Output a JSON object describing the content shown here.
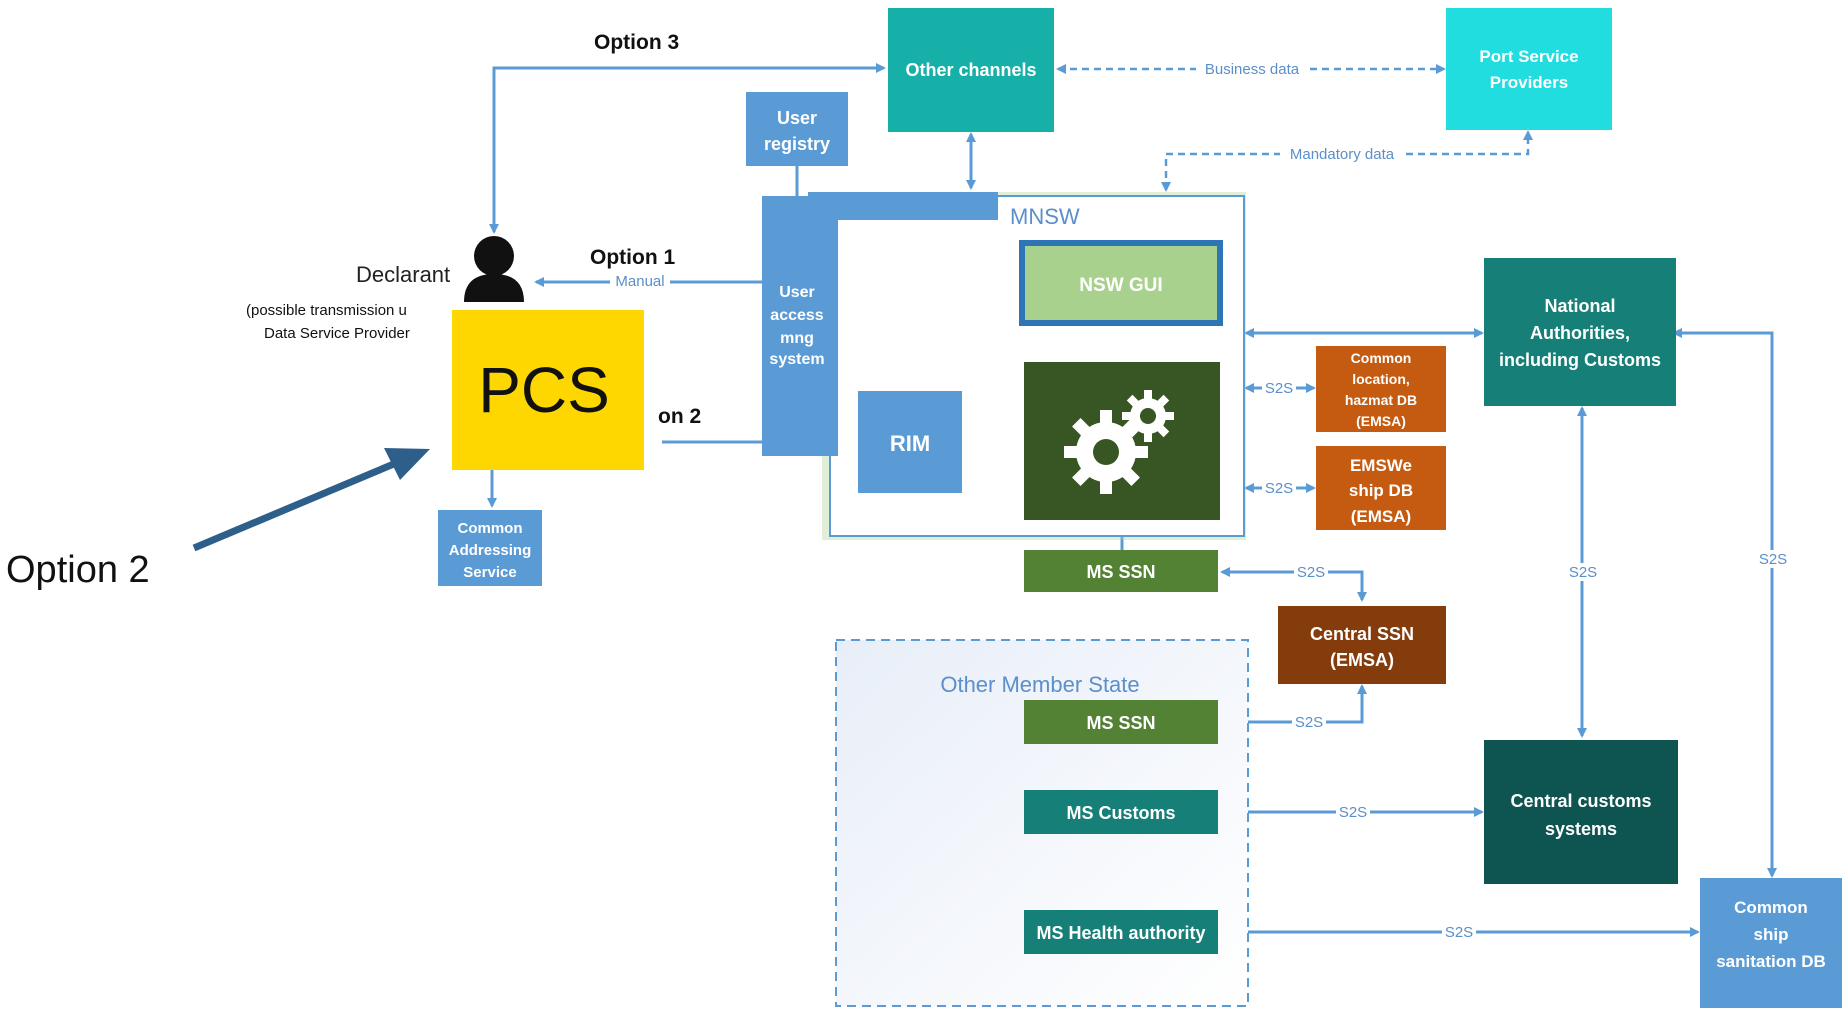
{
  "options": {
    "option1": "Option 1",
    "option2_partial": "on 2",
    "option3": "Option 3",
    "option2_callout": "Option 2"
  },
  "declarant": {
    "label": "Declarant",
    "note_line1": "(possible transmission u",
    "note_line2": "Data Service Provider"
  },
  "pcs": {
    "label": "PCS",
    "color": "#ffd700"
  },
  "common_addressing": {
    "line1": "Common",
    "line2": "Addressing",
    "line3": "Service"
  },
  "user_registry": {
    "line1": "User",
    "line2": "registry"
  },
  "user_access": {
    "line1": "User",
    "line2": "access",
    "line3": "mng",
    "line4": "system"
  },
  "mnsw": {
    "title": "MNSW"
  },
  "nsw_gui": {
    "label": "NSW GUI"
  },
  "rim": {
    "label": "RIM"
  },
  "engine": {
    "icon": "gears-icon"
  },
  "ms_ssn": {
    "label": "MS SSN"
  },
  "other_channels": {
    "label": "Other channels"
  },
  "port_service": {
    "line1": "Port Service",
    "line2": "Providers"
  },
  "national_authorities": {
    "line1": "National",
    "line2": "Authorities,",
    "line3": "including Customs"
  },
  "common_location": {
    "line1": "Common",
    "line2": "location,",
    "line3": "hazmat DB",
    "line4": "(EMSA)"
  },
  "emswe": {
    "line1": "EMSWe",
    "line2": "ship DB",
    "line3": "(EMSA)"
  },
  "central_ssn": {
    "line1": "Central SSN",
    "line2": "(EMSA)"
  },
  "other_member_state": {
    "title": "Other Member State",
    "ms_ssn": "MS SSN",
    "ms_customs": "MS Customs",
    "ms_health": "MS Health authority"
  },
  "central_customs": {
    "line1": "Central customs",
    "line2": "systems"
  },
  "common_ship": {
    "line1": "Common",
    "line2": "ship",
    "line3": "sanitation DB"
  },
  "connector_labels": {
    "manual": "Manual",
    "business_data": "Business data",
    "mandatory_data": "Mandatory data",
    "s2s": "S2S"
  },
  "colors": {
    "accent_blue": "#5b9bd5",
    "teal": "#17b0a8",
    "cyan": "#22dde0",
    "dark_teal": "#167f78",
    "darker_teal": "#0e5552",
    "green": "#548235",
    "light_green": "#a9d18e",
    "dark_green": "#375623",
    "orange": "#c55a11",
    "brown": "#843c0c",
    "callout_arrow": "#2e5f8a"
  }
}
